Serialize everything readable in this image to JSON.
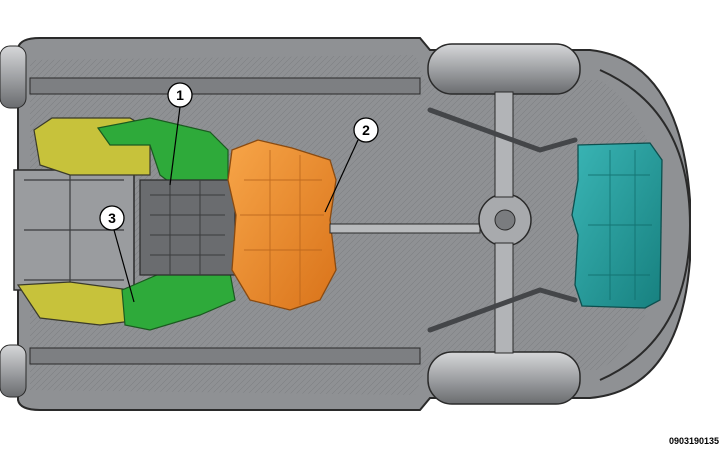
{
  "figure_code": "0903190135",
  "callouts": [
    {
      "label": "1"
    },
    {
      "label": "2"
    },
    {
      "label": "3"
    }
  ],
  "colors": {
    "body": "#8f9194",
    "body_dark": "#5c5e61",
    "outline": "#2a2a2a",
    "tire": "#a9abae",
    "green_shield": "#2eaa3a",
    "yellow_shield": "#c7c23b",
    "orange_shield": "#ef8a1e",
    "teal_shield": "#1e9a9a"
  }
}
